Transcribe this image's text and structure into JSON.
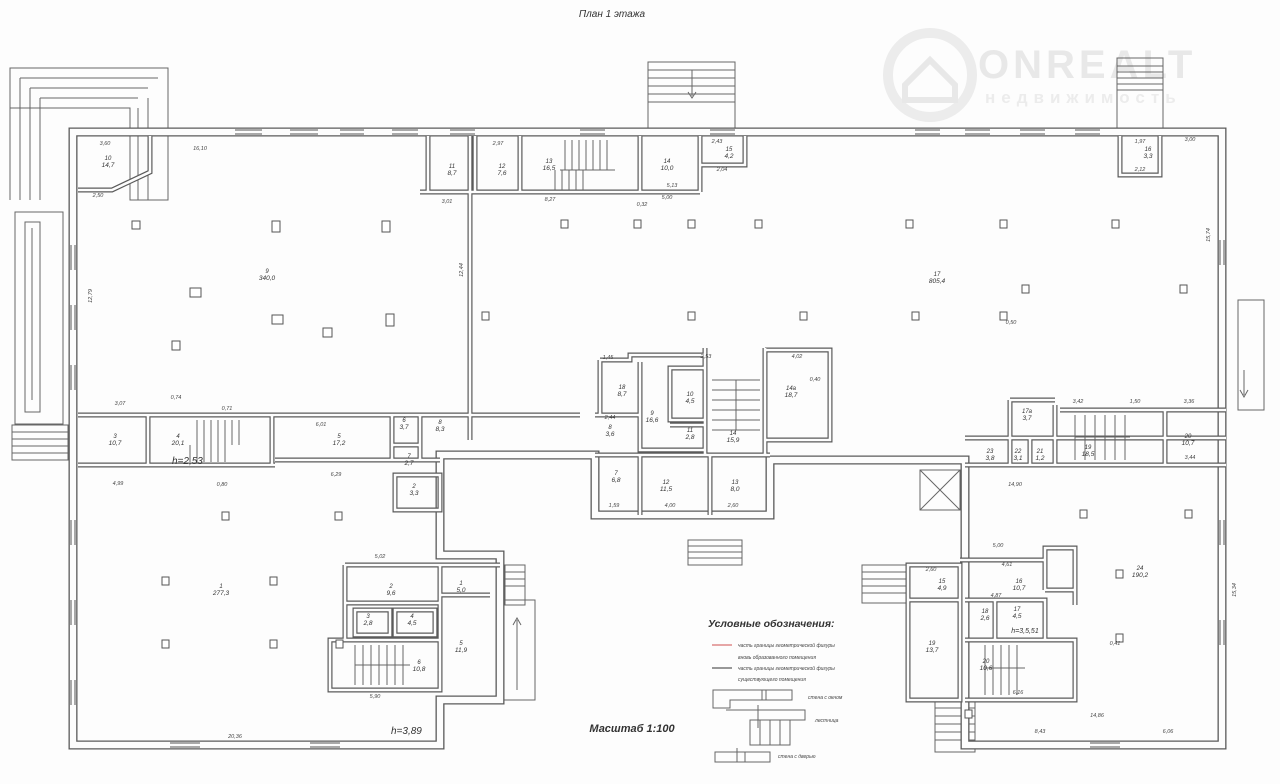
{
  "title": "План 1 этажа",
  "scale": "Масштаб 1:100",
  "watermark": {
    "brand": "ONREALT",
    "subtitle": "недвижимость"
  },
  "legend": {
    "title": "Условные обозначения:",
    "items": [
      "часть границы геометрической фигуры",
      "вновь образованного помещения",
      "часть границы геометрической фигуры",
      "существующего помещения",
      "стена с окном",
      "лестница",
      "стена с дверью"
    ],
    "colors": {
      "new_boundary": "#d05050",
      "existing_boundary": "#333333"
    }
  },
  "heights": [
    "h=2,53",
    "h=3,89",
    "h=3,5,51"
  ],
  "rooms": [
    {
      "number": "10",
      "area": "14,7"
    },
    {
      "number": "9",
      "area": "340,0"
    },
    {
      "number": "11",
      "area": "8,7"
    },
    {
      "number": "12",
      "area": "7,6"
    },
    {
      "number": "13",
      "area": "16,5"
    },
    {
      "number": "14",
      "area": "10,0"
    },
    {
      "number": "15",
      "area": "4,2"
    },
    {
      "number": "16",
      "area": "3,3"
    },
    {
      "number": "17",
      "area": "805,4"
    },
    {
      "number": "18",
      "area": "8,7"
    },
    {
      "number": "9",
      "area": "16,6"
    },
    {
      "number": "10",
      "area": "4,5"
    },
    {
      "number": "11",
      "area": "2,8"
    },
    {
      "number": "8",
      "area": "3,6"
    },
    {
      "number": "14",
      "area": "15,9"
    },
    {
      "number": "14а",
      "area": "18,7"
    },
    {
      "number": "7",
      "area": "6,8"
    },
    {
      "number": "12",
      "area": "11,5"
    },
    {
      "number": "13",
      "area": "8,0"
    },
    {
      "number": "3",
      "area": "10,7"
    },
    {
      "number": "4",
      "area": "20,1"
    },
    {
      "number": "5",
      "area": "17,2"
    },
    {
      "number": "6",
      "area": "3,7"
    },
    {
      "number": "8",
      "area": "8,3"
    },
    {
      "number": "7",
      "area": "2,7"
    },
    {
      "number": "2",
      "area": "3,3"
    },
    {
      "number": "1",
      "area": "277,3"
    },
    {
      "number": "2",
      "area": "9,6"
    },
    {
      "number": "1",
      "area": "5,0"
    },
    {
      "number": "3",
      "area": "2,8"
    },
    {
      "number": "4",
      "area": "4,5"
    },
    {
      "number": "5",
      "area": "11,9"
    },
    {
      "number": "6",
      "area": "10,8"
    },
    {
      "number": "17а",
      "area": "3,7"
    },
    {
      "number": "19",
      "area": "18,5"
    },
    {
      "number": "20",
      "area": "10,7"
    },
    {
      "number": "23",
      "area": "3,8"
    },
    {
      "number": "22",
      "area": "3,1"
    },
    {
      "number": "21",
      "area": "1,2"
    },
    {
      "number": "24",
      "area": "190,2"
    },
    {
      "number": "15",
      "area": "4,9"
    },
    {
      "number": "16",
      "area": "10,7"
    },
    {
      "number": "18",
      "area": "2,6"
    },
    {
      "number": "17",
      "area": "4,5"
    },
    {
      "number": "19",
      "area": "13,7"
    },
    {
      "number": "20",
      "area": "10,6"
    }
  ],
  "dimensions": [
    "16,10",
    "3,60",
    "2,50",
    "12,79",
    "12,44",
    "3,07",
    "0,74",
    "0,71",
    "3,01",
    "2,97",
    "8,27",
    "0,32",
    "5,00",
    "5,13",
    "2,43",
    "2,04",
    "1,97",
    "3,00",
    "2,12",
    "15,74",
    "2,53",
    "4,02",
    "1,45",
    "2,44",
    "4,00",
    "1,59",
    "2,60",
    "4,99",
    "0,80",
    "6,01",
    "6,29",
    "5,02",
    "5,90",
    "20,36",
    "14,90",
    "5,00",
    "6,16",
    "14,86",
    "8,43",
    "6,06",
    "15,34",
    "3,42",
    "1,50",
    "3,36",
    "3,44",
    "4,61",
    "4,87",
    "2,60",
    "0,50",
    "0,40",
    "0,41"
  ]
}
